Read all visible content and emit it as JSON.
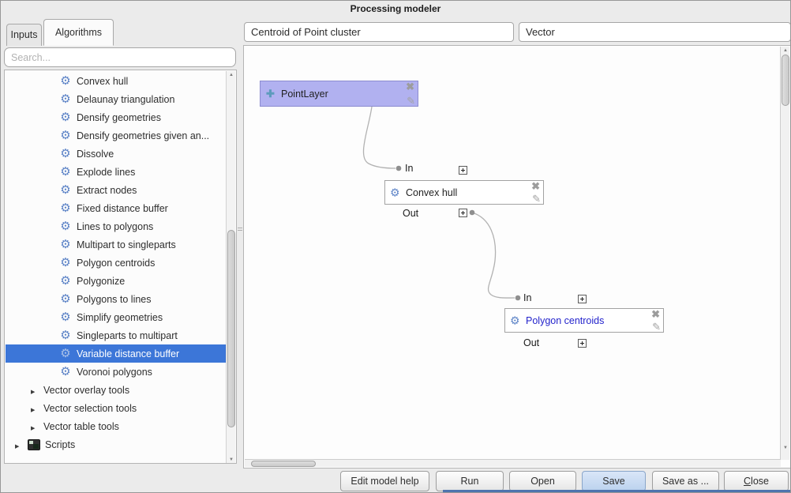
{
  "window": {
    "title": "Processing modeler"
  },
  "left_panel": {
    "tabs": [
      {
        "label": "Inputs"
      },
      {
        "label": "Algorithms"
      }
    ],
    "search": {
      "placeholder": "Search..."
    },
    "tree": [
      {
        "label": "Convex hull",
        "type": "algorithm"
      },
      {
        "label": "Delaunay triangulation",
        "type": "algorithm"
      },
      {
        "label": "Densify geometries",
        "type": "algorithm"
      },
      {
        "label": "Densify geometries given an...",
        "type": "algorithm"
      },
      {
        "label": "Dissolve",
        "type": "algorithm"
      },
      {
        "label": "Explode lines",
        "type": "algorithm"
      },
      {
        "label": "Extract nodes",
        "type": "algorithm"
      },
      {
        "label": "Fixed distance buffer",
        "type": "algorithm"
      },
      {
        "label": "Lines to polygons",
        "type": "algorithm"
      },
      {
        "label": "Multipart to singleparts",
        "type": "algorithm"
      },
      {
        "label": "Polygon centroids",
        "type": "algorithm"
      },
      {
        "label": "Polygonize",
        "type": "algorithm"
      },
      {
        "label": "Polygons to lines",
        "type": "algorithm"
      },
      {
        "label": "Simplify geometries",
        "type": "algorithm"
      },
      {
        "label": "Singleparts to multipart",
        "type": "algorithm"
      },
      {
        "label": "Variable distance buffer",
        "type": "algorithm",
        "selected": true
      },
      {
        "label": "Voronoi polygons",
        "type": "algorithm"
      },
      {
        "label": "Vector overlay tools",
        "type": "group"
      },
      {
        "label": "Vector selection tools",
        "type": "group"
      },
      {
        "label": "Vector table tools",
        "type": "group"
      },
      {
        "label": "Scripts",
        "type": "group-root"
      }
    ]
  },
  "header": {
    "model_name": "Centroid of Point cluster",
    "model_group": "Vector"
  },
  "canvas": {
    "nodes": [
      {
        "label": "PointLayer",
        "kind": "input"
      },
      {
        "label": "Convex hull",
        "kind": "algorithm",
        "in": "In",
        "out": "Out"
      },
      {
        "label": "Polygon centroids",
        "kind": "algorithm",
        "in": "In",
        "out": "Out"
      }
    ]
  },
  "footer": {
    "buttons": [
      "Edit model help",
      "Run",
      "Open",
      "Save",
      "Save as ...",
      "Close"
    ]
  },
  "colors": {
    "selection": "#3c76d8",
    "input_node_fill": "#b1b1f0",
    "save_button": "#c9daf2",
    "selected_node_label": "#2424cc"
  }
}
